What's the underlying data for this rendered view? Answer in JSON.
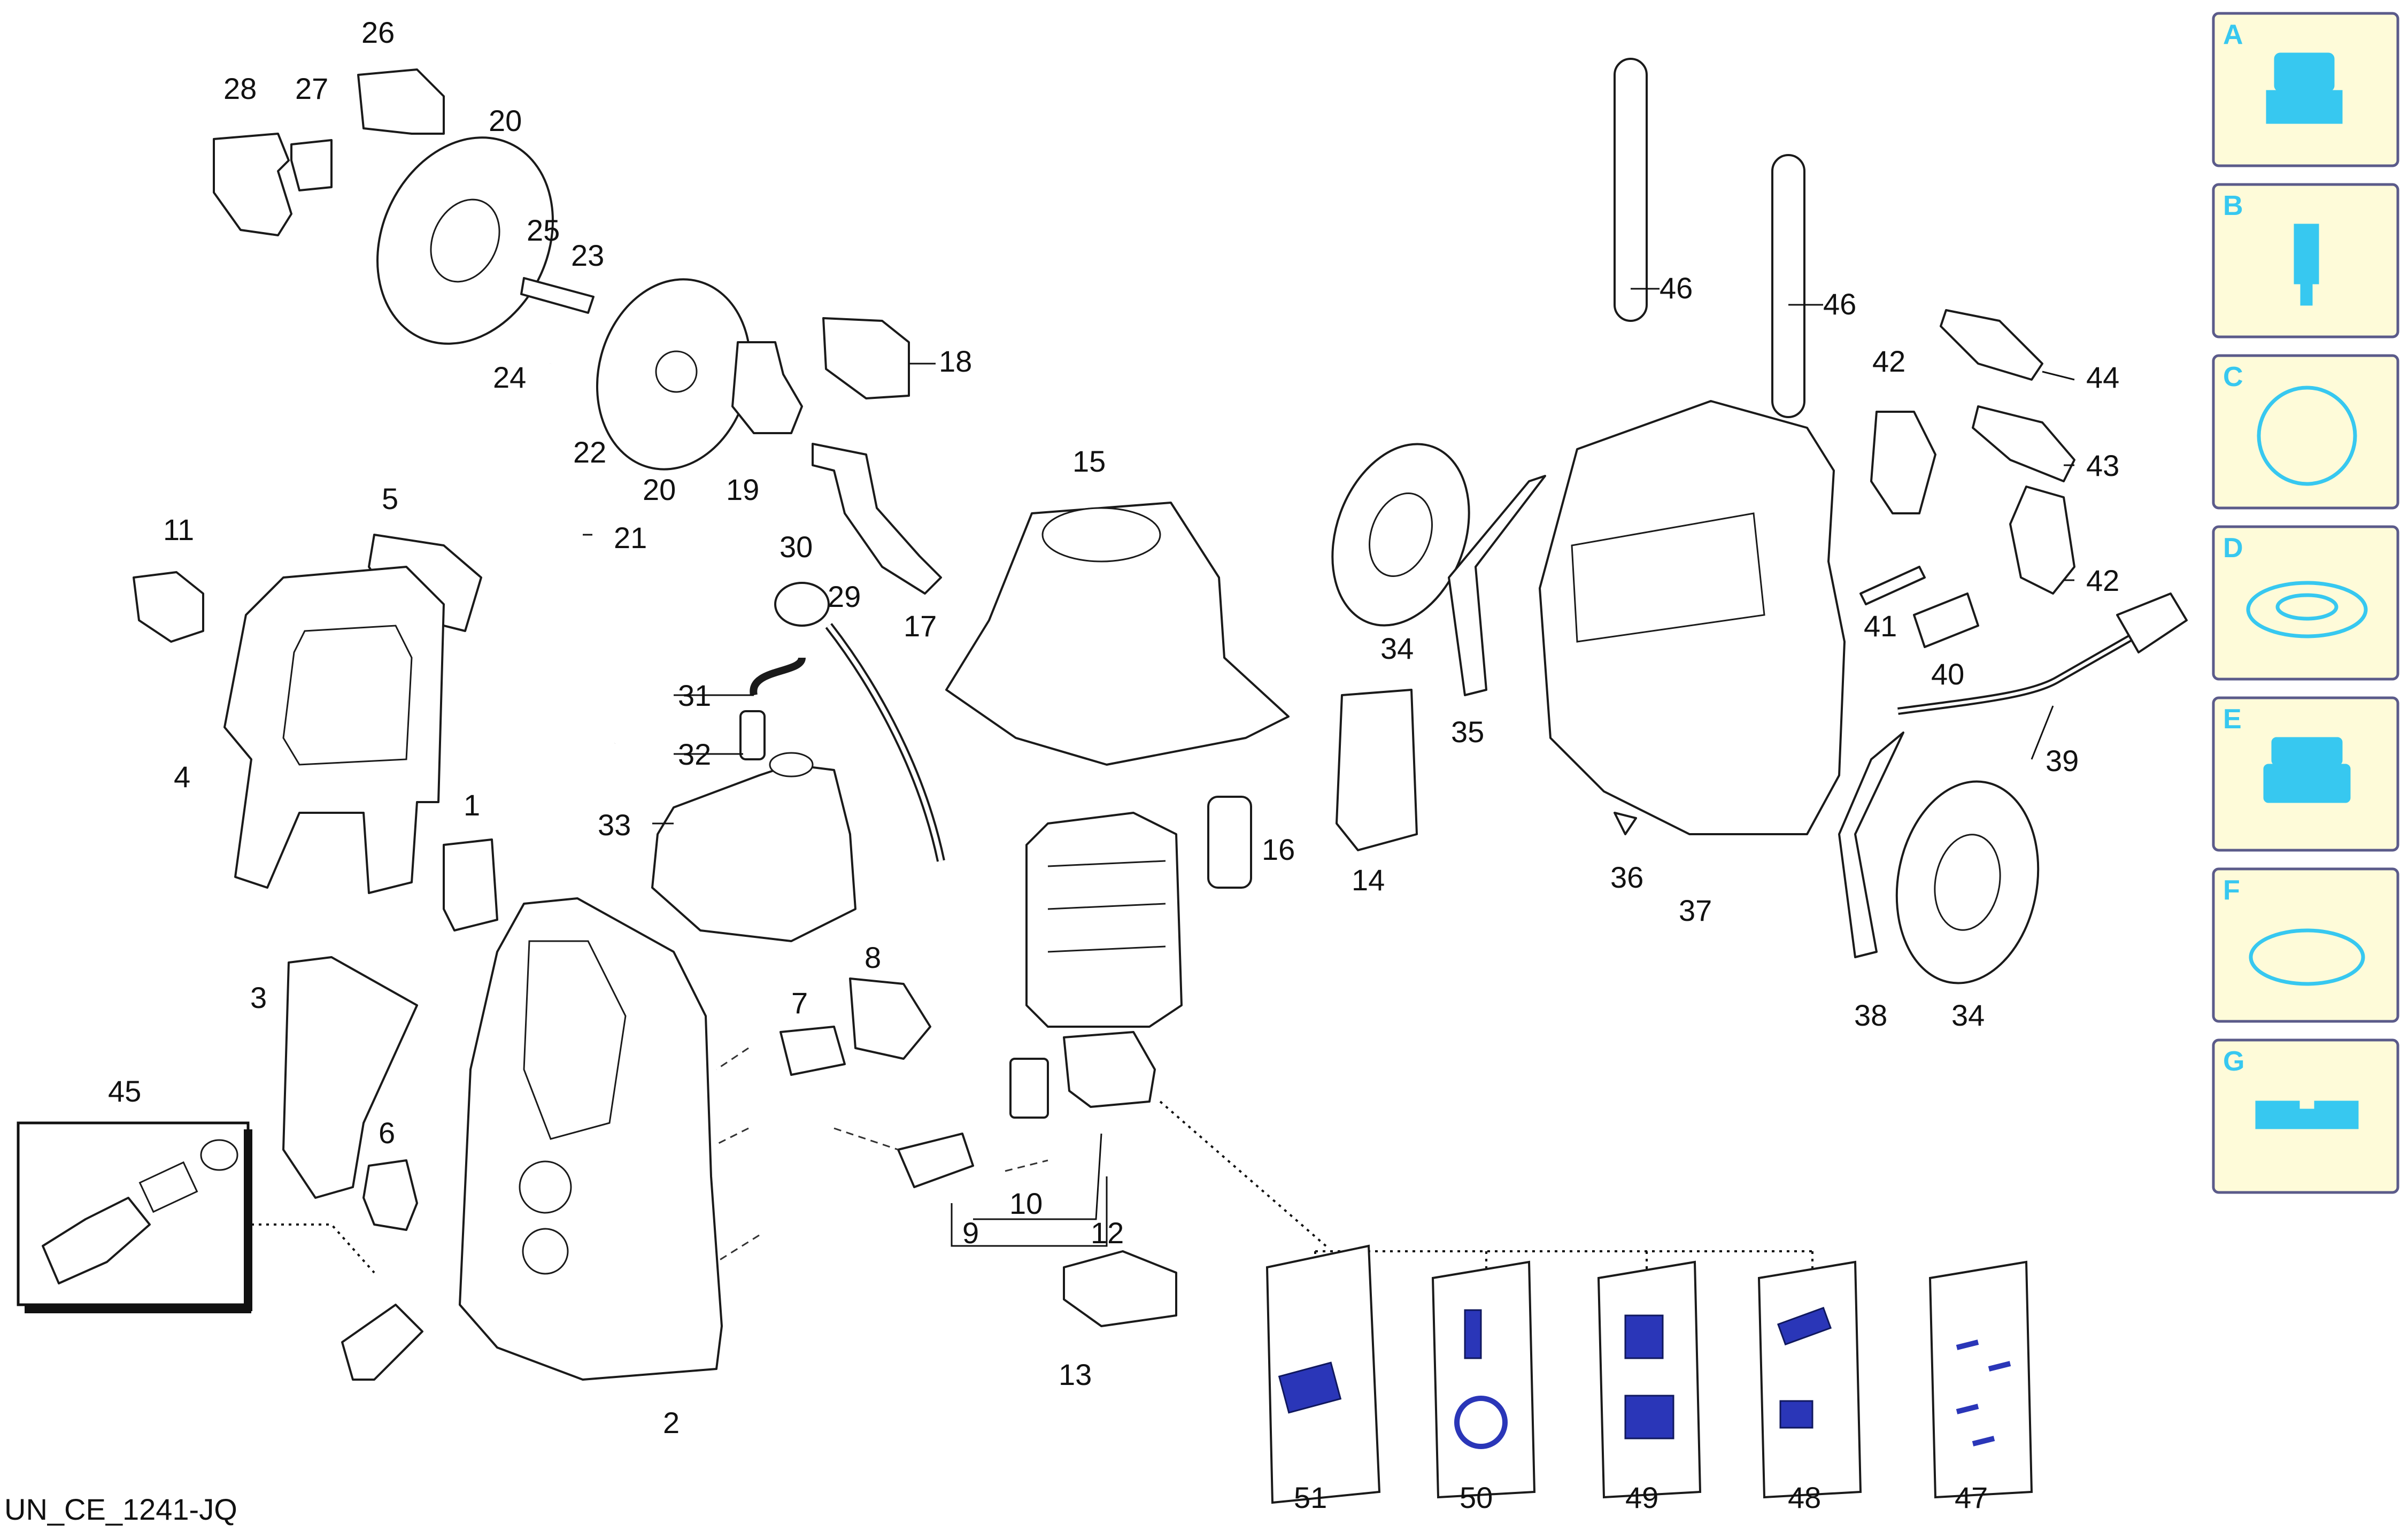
{
  "document": {
    "id": "UN_CE_1241-JQ"
  },
  "part_labels": {
    "p1": "1",
    "p2": "2",
    "p3": "3",
    "p4": "4",
    "p5": "5",
    "p6": "6",
    "p7": "7",
    "p8": "8",
    "p9": "9",
    "p10": "10",
    "p11": "11",
    "p12": "12",
    "p13": "13",
    "p14": "14",
    "p15": "15",
    "p16": "16",
    "p17": "17",
    "p18": "18",
    "p19": "19",
    "p20a": "20",
    "p20b": "20",
    "p21": "21",
    "p22": "22",
    "p23": "23",
    "p24": "24",
    "p25": "25",
    "p26": "26",
    "p27": "27",
    "p28": "28",
    "p29": "29",
    "p30": "30",
    "p31": "31",
    "p32": "32",
    "p33": "33",
    "p34a": "34",
    "p34b": "34",
    "p35": "35",
    "p36": "36",
    "p37": "37",
    "p38": "38",
    "p39": "39",
    "p40": "40",
    "p41": "41",
    "p42a": "42",
    "p42b": "42",
    "p43": "43",
    "p44": "44",
    "p45": "45",
    "p46a": "46",
    "p46b": "46",
    "p47": "47",
    "p48": "48",
    "p49": "49",
    "p50": "50",
    "p51": "51"
  },
  "kits": [
    {
      "letter": "A",
      "icon": "coupling-icon"
    },
    {
      "letter": "B",
      "icon": "pin-icon"
    },
    {
      "letter": "C",
      "icon": "gasket-ring-icon"
    },
    {
      "letter": "D",
      "icon": "seal-ring-icon"
    },
    {
      "letter": "E",
      "icon": "cylinder-icon"
    },
    {
      "letter": "F",
      "icon": "o-ring-icon"
    },
    {
      "letter": "G",
      "icon": "plate-icon"
    }
  ],
  "colors": {
    "kit_background": "#fefbd9",
    "kit_border": "#5b5b8a",
    "kit_accent": "#37c8f0",
    "bag_parts": "#2a36b8"
  }
}
